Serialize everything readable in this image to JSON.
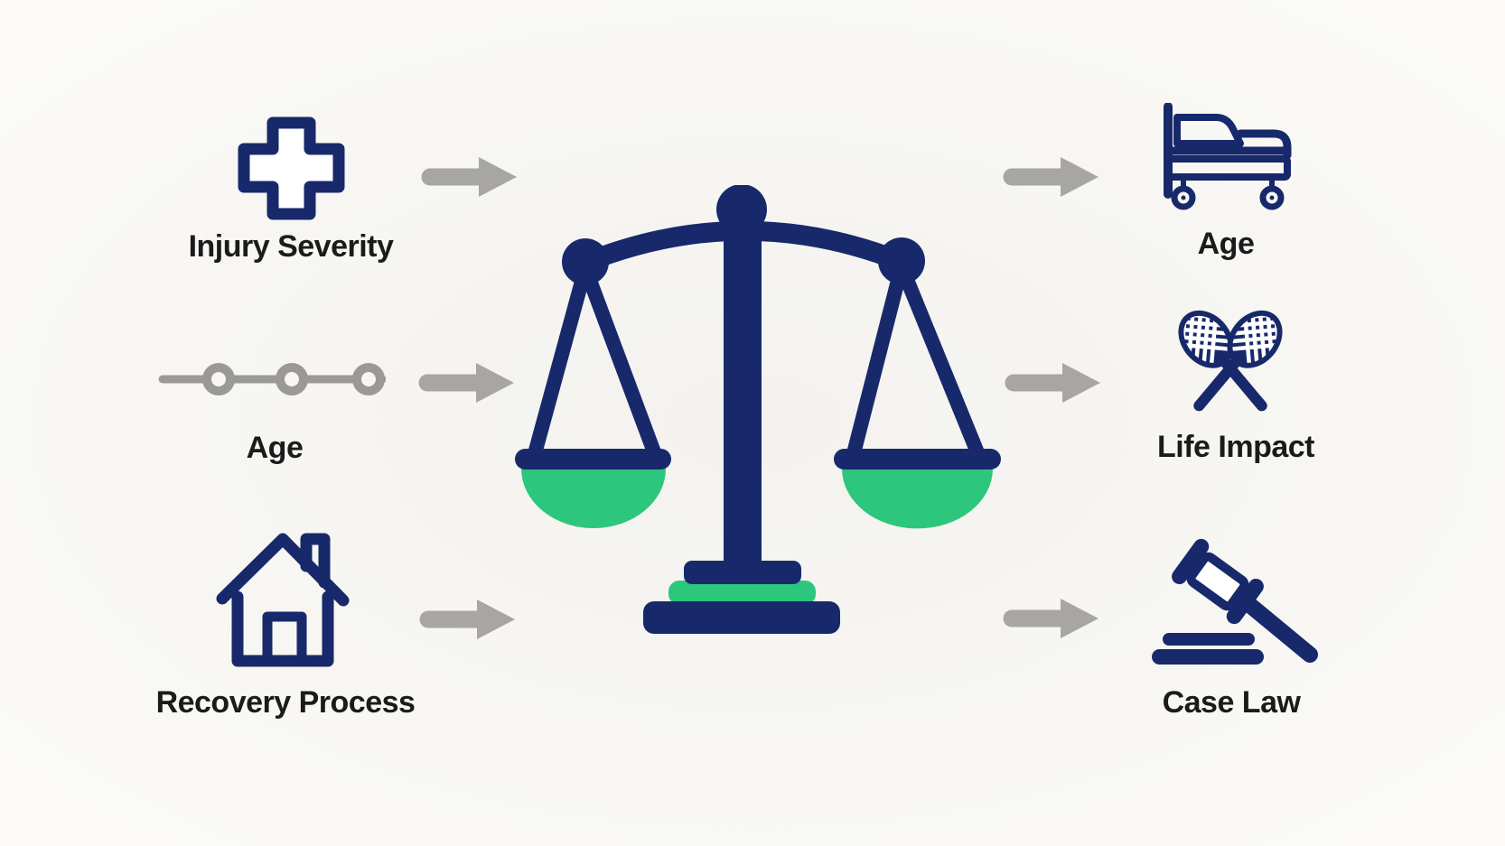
{
  "diagram": {
    "description": "Balance scale weighing factors diagram",
    "left_factors": [
      {
        "label": "Injury Severity",
        "icon": "medical-cross-icon"
      },
      {
        "label": "Age",
        "icon": "timeline-icon"
      },
      {
        "label": "Recovery Process",
        "icon": "house-icon"
      }
    ],
    "center": {
      "icon": "balance-scale-icon"
    },
    "right_factors": [
      {
        "label": "Age",
        "icon": "hospital-bed-icon"
      },
      {
        "label": "Life Impact",
        "icon": "tennis-rackets-icon"
      },
      {
        "label": "Case Law",
        "icon": "gavel-icon"
      }
    ],
    "colors": {
      "navy": "#18296b",
      "green": "#2dc67d",
      "arrow_gray": "#a7a6a3",
      "timeline_gray": "#9a9997",
      "text": "#1b1b1b",
      "background": "#f7f6f2"
    }
  }
}
